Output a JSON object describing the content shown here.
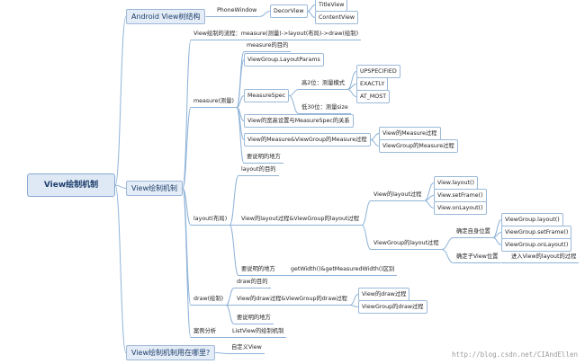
{
  "main": "View绘制机制",
  "branches": {
    "tree": "Android View树结构",
    "drawing": "View绘制机制",
    "usage": "View绘制机制用在哪里?"
  },
  "tree": {
    "phonewindow": "PhoneWindow",
    "decorview": "DecorView",
    "titleview": "TitleView",
    "contentview": "ContentView"
  },
  "drawing": {
    "flow": "View绘制的流程：measure(测量)->layout(布局)->draw(绘制)",
    "measure": {
      "label": "measure(测量)",
      "purpose": "measure的目的",
      "layoutparams": "ViewGroup.LayoutParams",
      "spec": {
        "label": "MeasureSpec",
        "high2": "高2位：测量模式",
        "modes": [
          "UPSPECIFIED",
          "EXACTLY",
          "AT_MOST"
        ],
        "low30": "低30位：测量size"
      },
      "relation": "View的宽高设置与MeasureSpec的关系",
      "process": {
        "label": "View的Measure&ViewGroup的Measure过程",
        "view": "View的Measure过程",
        "viewgroup": "ViewGroup的Measure过程"
      },
      "notes": "要说明的地方"
    },
    "layout": {
      "label": "layout(布局)",
      "purpose": "layout的目的",
      "process": "View的layout过程&ViewGroup的layout过程",
      "view": {
        "label": "View的layout过程",
        "items": [
          "View.layout()",
          "View.setFrame()",
          "View.onLayout()"
        ]
      },
      "viewgroup": {
        "label": "ViewGroup的layout过程",
        "self": "确定自身位置",
        "self_items": [
          "ViewGroup.layout()",
          "ViewGroup.setFrame()",
          "ViewGroup.onLayout()"
        ],
        "child": "确定子View位置",
        "child_item": "进入View的layout的过程"
      },
      "notes": "要说明的地方",
      "getwidth": "getWidth()&getMeasuredWidth()区别"
    },
    "draw": {
      "label": "draw(绘制)",
      "purpose": "draw的目的",
      "process": "View的draw过程&ViewGroup的draw过程",
      "view": "View的draw过程",
      "viewgroup": "ViewGroup的draw过程",
      "notes": "要说明的地方"
    },
    "case": {
      "label": "案例分析",
      "item": "ListView的绘制机制"
    }
  },
  "usage": {
    "item": "自定义View"
  },
  "watermark": "http://blog.csdn.net/CIAndEllen"
}
